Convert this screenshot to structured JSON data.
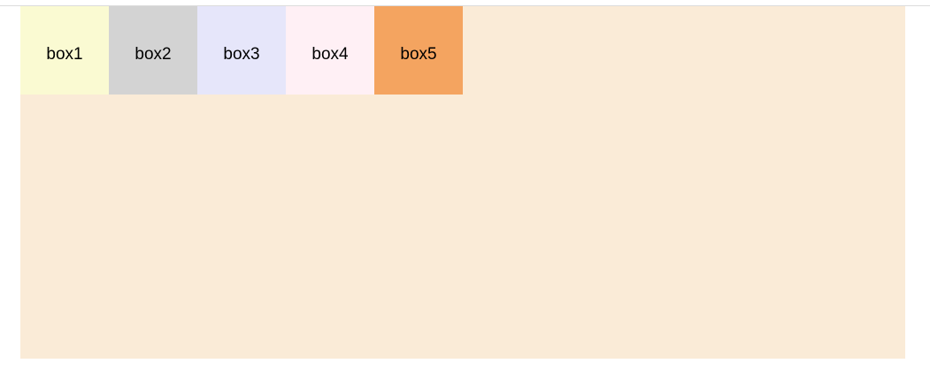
{
  "divider": {
    "color": "#dcdcdc"
  },
  "container": {
    "background": "#faebd7"
  },
  "box_text_color": "#000000",
  "boxes": [
    {
      "label": "box1",
      "background": "#fafad2"
    },
    {
      "label": "box2",
      "background": "#d3d3d3"
    },
    {
      "label": "box3",
      "background": "#e6e6fa"
    },
    {
      "label": "box4",
      "background": "#fff0f5"
    },
    {
      "label": "box5",
      "background": "#f4a460"
    }
  ]
}
